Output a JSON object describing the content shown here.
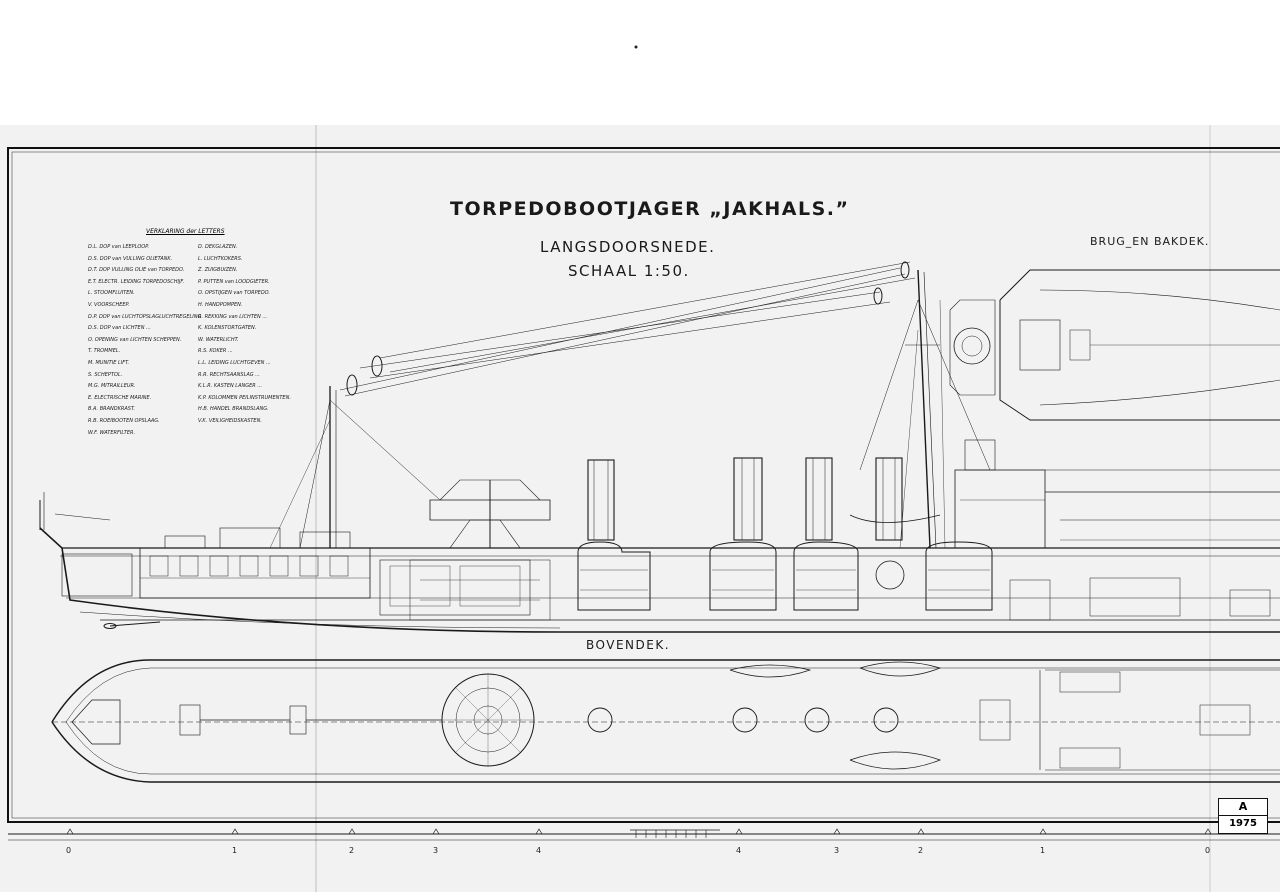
{
  "drawing": {
    "title": "TORPEDOBOOTJAGER „JAKHALS.”",
    "section_name": "LANGSDOORSNEDE.",
    "scale": "SCHAAL 1:50.",
    "bridge_deck_label": "BRUG_EN BAKDEK.",
    "upper_deck_label": "BOVENDEK."
  },
  "legend": {
    "heading": "VERKLARING der LETTERS",
    "left_column": [
      "D.L. DOP van LEEPLOOP.",
      "D.S. DOP van VULLING OLIETANK.",
      "D.T. DOP VULLING OLIE van TORPEDO.",
      "E.T. ELECTR. LEIDING TORPEDOSCHIJF.",
      "L. STOOMFLUITEN.",
      "V. VOORSCHEEP.",
      "D.P. DOP van LUCHTOPSLAGLUCHTREGELING",
      "D.S. DOP van LICHTEN ...",
      "O. OPENING van LICHTEN SCHEPPEN.",
      "T. TROMMEL.",
      "M. MUNITIE LIFT.",
      "S. SCHEPTOL.",
      "M.G. MITRAILLEUR.",
      "E. ELECTRISCHE MARINE.",
      "B.A. BRANDKRAST.",
      "R.B. ROEIBOOTEN OPSLAAG.",
      "W.F. WATERFILTER."
    ],
    "right_column": [
      "D. DEKGLAZEN.",
      "L. LUCHTKOKERS.",
      "Z. ZUIGBUIZEN.",
      "P. PUTTEN van LOODGIETER.",
      "O. OPSTIJGEN van TORPEDO.",
      "H. HANDPOMPEN.",
      "R. REKKING van LICHTEN ...",
      "K. KOLENSTORTGATEN.",
      "W. WATERLICHT.",
      "R.S. KOKER ...",
      "L.L. LEIDING LUCHTGEVEN ...",
      "R.R. RECHTSAANSLAG ...",
      "K.L.R. KASTEN LANGER ...",
      "K.P. KOLOMMEN PEILINSTRUMENTEN.",
      "H.B. HANDEL BRANDSLANG.",
      "V.K. VEILIGHEIDSKASTEN."
    ]
  },
  "scale_bar": {
    "left_numbers": [
      "0",
      "1",
      "2",
      "3",
      "4"
    ],
    "right_numbers": [
      "4",
      "3",
      "2",
      "1",
      "0"
    ]
  },
  "archive_stamp": {
    "letter": "A",
    "number": "1975"
  },
  "colors": {
    "paper": "#f2f2f2",
    "ink": "#1a1a1a",
    "background": "#ffffff"
  }
}
